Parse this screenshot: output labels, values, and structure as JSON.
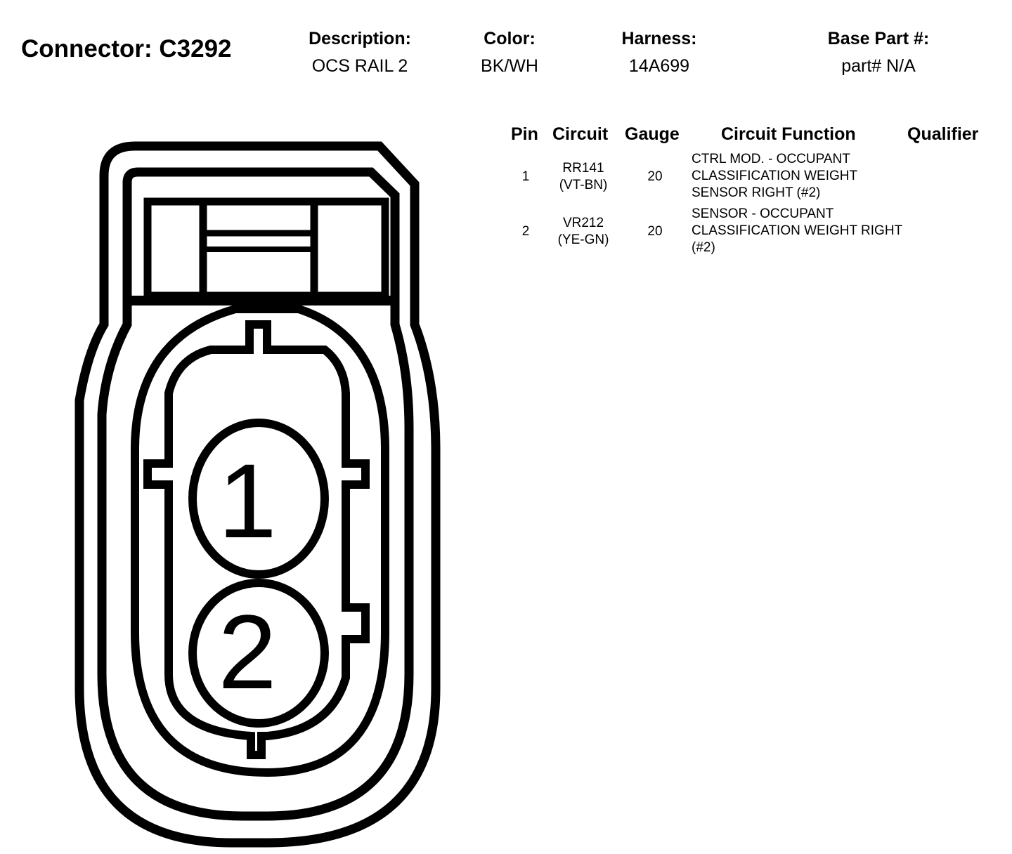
{
  "header": {
    "title": "Connector: C3292",
    "fields": [
      {
        "label": "Description:",
        "value": "OCS RAIL 2"
      },
      {
        "label": "Color:",
        "value": "BK/WH"
      },
      {
        "label": "Harness:",
        "value": "14A699"
      },
      {
        "label": "Base Part #:",
        "value": "part# N/A"
      }
    ]
  },
  "pin_table": {
    "columns": [
      "Pin",
      "Circuit",
      "Gauge",
      "Circuit Function",
      "Qualifier"
    ],
    "rows": [
      {
        "pin": "1",
        "circuit": "RR141",
        "wire_color": "(VT-BN)",
        "gauge": "20",
        "function": "CTRL MOD. - OCCUPANT CLASSIFICATION WEIGHT SENSOR RIGHT (#2)",
        "qualifier": ""
      },
      {
        "pin": "2",
        "circuit": "VR212",
        "wire_color": "(YE-GN)",
        "gauge": "20",
        "function": "SENSOR - OCCUPANT CLASSIFICATION WEIGHT RIGHT (#2)",
        "qualifier": ""
      }
    ]
  },
  "connector_face": {
    "pin_labels": [
      "1",
      "2"
    ]
  }
}
